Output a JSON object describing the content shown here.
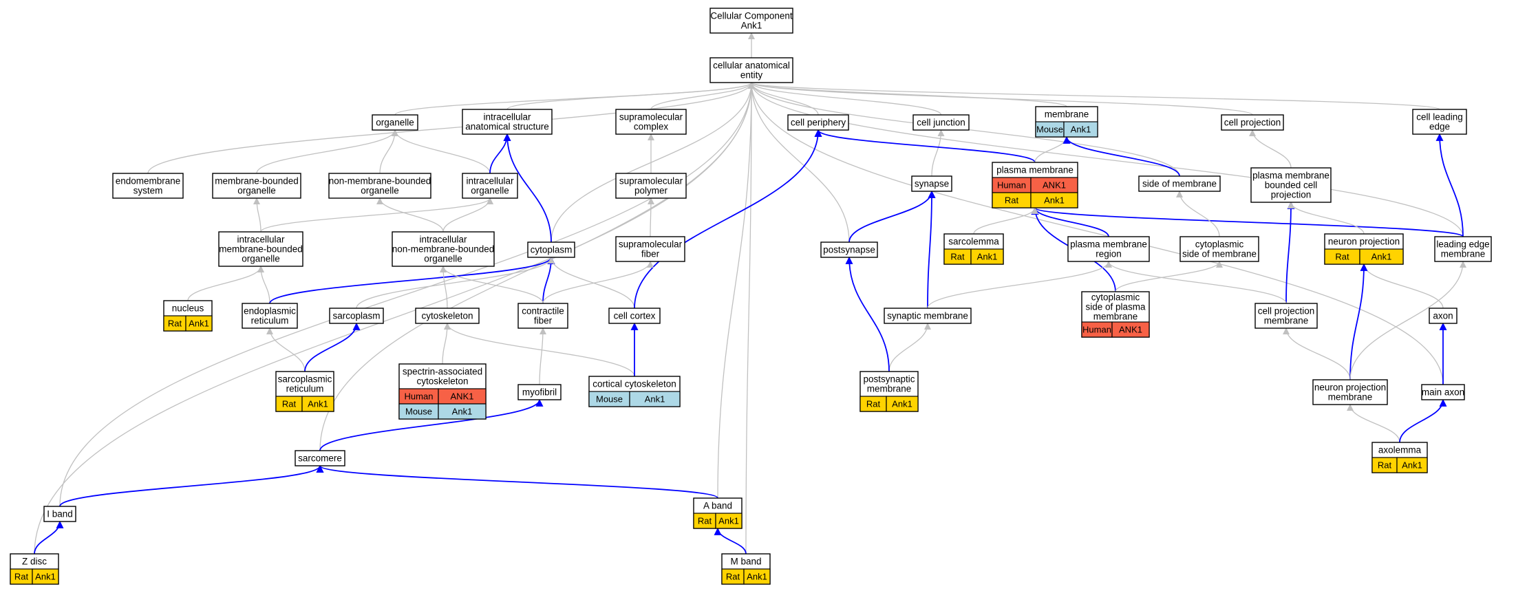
{
  "colors": {
    "gray_edge": "#c0c0c0",
    "blue_edge": "#0000ff",
    "Human": "#f76146",
    "Rat": "#ffd300",
    "Mouse": "#add8e6"
  },
  "nodes": [
    {
      "id": "root",
      "lines": [
        "Cellular Component",
        "Ank1"
      ]
    },
    {
      "id": "cae",
      "lines": [
        "cellular anatomical",
        "entity"
      ]
    },
    {
      "id": "organelle",
      "lines": [
        "organelle"
      ]
    },
    {
      "id": "ias",
      "lines": [
        "intracellular",
        "anatomical structure"
      ]
    },
    {
      "id": "smc",
      "lines": [
        "supramolecular",
        "complex"
      ]
    },
    {
      "id": "cper",
      "lines": [
        "cell periphery"
      ]
    },
    {
      "id": "cjun",
      "lines": [
        "cell junction"
      ]
    },
    {
      "id": "memb",
      "lines": [
        "membrane"
      ],
      "tags": [
        {
          "species": "Mouse",
          "gene": "Ank1"
        }
      ]
    },
    {
      "id": "cproj",
      "lines": [
        "cell projection"
      ]
    },
    {
      "id": "cle",
      "lines": [
        "cell leading",
        "edge"
      ]
    },
    {
      "id": "endo",
      "lines": [
        "endomembrane",
        "system"
      ]
    },
    {
      "id": "mbo",
      "lines": [
        "membrane-bounded",
        "organelle"
      ]
    },
    {
      "id": "nmbo",
      "lines": [
        "non-membrane-bounded",
        "organelle"
      ]
    },
    {
      "id": "io",
      "lines": [
        "intracellular",
        "organelle"
      ]
    },
    {
      "id": "smp",
      "lines": [
        "supramolecular",
        "polymer"
      ]
    },
    {
      "id": "syn",
      "lines": [
        "synapse"
      ]
    },
    {
      "id": "pm",
      "lines": [
        "plasma membrane"
      ],
      "tags": [
        {
          "species": "Human",
          "gene": "ANK1"
        },
        {
          "species": "Rat",
          "gene": "Ank1"
        }
      ]
    },
    {
      "id": "som",
      "lines": [
        "side of membrane"
      ]
    },
    {
      "id": "pmbcp",
      "lines": [
        "plasma membrane",
        "bounded cell",
        "projection"
      ]
    },
    {
      "id": "imbo",
      "lines": [
        "intracellular",
        "membrane-bounded",
        "organelle"
      ]
    },
    {
      "id": "inmbo",
      "lines": [
        "intracellular",
        "non-membrane-bounded",
        "organelle"
      ]
    },
    {
      "id": "cyto",
      "lines": [
        "cytoplasm"
      ]
    },
    {
      "id": "smf",
      "lines": [
        "supramolecular",
        "fiber"
      ]
    },
    {
      "id": "psyn",
      "lines": [
        "postsynapse"
      ]
    },
    {
      "id": "sarcol",
      "lines": [
        "sarcolemma"
      ],
      "tags": [
        {
          "species": "Rat",
          "gene": "Ank1"
        }
      ]
    },
    {
      "id": "pmr",
      "lines": [
        "plasma membrane",
        "region"
      ]
    },
    {
      "id": "csm",
      "lines": [
        "cytoplasmic",
        "side of membrane"
      ]
    },
    {
      "id": "np",
      "lines": [
        "neuron projection"
      ],
      "tags": [
        {
          "species": "Rat",
          "gene": "Ank1"
        }
      ]
    },
    {
      "id": "lem",
      "lines": [
        "leading edge",
        "membrane"
      ]
    },
    {
      "id": "nucleus",
      "lines": [
        "nucleus"
      ],
      "tags": [
        {
          "species": "Rat",
          "gene": "Ank1"
        }
      ]
    },
    {
      "id": "er",
      "lines": [
        "endoplasmic",
        "reticulum"
      ]
    },
    {
      "id": "sarcop",
      "lines": [
        "sarcoplasm"
      ]
    },
    {
      "id": "cytosk",
      "lines": [
        "cytoskeleton"
      ]
    },
    {
      "id": "cfib",
      "lines": [
        "contractile",
        "fiber"
      ]
    },
    {
      "id": "ccor",
      "lines": [
        "cell cortex"
      ]
    },
    {
      "id": "synm",
      "lines": [
        "synaptic membrane"
      ]
    },
    {
      "id": "cspm",
      "lines": [
        "cytoplasmic",
        "side of plasma",
        "membrane"
      ],
      "tags": [
        {
          "species": "Human",
          "gene": "ANK1"
        }
      ]
    },
    {
      "id": "cpm",
      "lines": [
        "cell projection",
        "membrane"
      ]
    },
    {
      "id": "axon",
      "lines": [
        "axon"
      ]
    },
    {
      "id": "sr",
      "lines": [
        "sarcoplasmic",
        "reticulum"
      ],
      "tags": [
        {
          "species": "Rat",
          "gene": "Ank1"
        }
      ]
    },
    {
      "id": "sac",
      "lines": [
        "spectrin-associated",
        "cytoskeleton"
      ],
      "tags": [
        {
          "species": "Human",
          "gene": "ANK1"
        },
        {
          "species": "Mouse",
          "gene": "Ank1"
        }
      ]
    },
    {
      "id": "myo",
      "lines": [
        "myofibril"
      ]
    },
    {
      "id": "ccsk",
      "lines": [
        "cortical cytoskeleton"
      ],
      "tags": [
        {
          "species": "Mouse",
          "gene": "Ank1"
        }
      ]
    },
    {
      "id": "psm",
      "lines": [
        "postsynaptic",
        "membrane"
      ],
      "tags": [
        {
          "species": "Rat",
          "gene": "Ank1"
        }
      ]
    },
    {
      "id": "npm",
      "lines": [
        "neuron projection",
        "membrane"
      ]
    },
    {
      "id": "maxon",
      "lines": [
        "main axon"
      ]
    },
    {
      "id": "sarcomere",
      "lines": [
        "sarcomere"
      ]
    },
    {
      "id": "axolemma",
      "lines": [
        "axolemma"
      ],
      "tags": [
        {
          "species": "Rat",
          "gene": "Ank1"
        }
      ]
    },
    {
      "id": "iband",
      "lines": [
        "I band"
      ]
    },
    {
      "id": "aband",
      "lines": [
        "A band"
      ],
      "tags": [
        {
          "species": "Rat",
          "gene": "Ank1"
        }
      ]
    },
    {
      "id": "zdisc",
      "lines": [
        "Z disc"
      ],
      "tags": [
        {
          "species": "Rat",
          "gene": "Ank1"
        }
      ]
    },
    {
      "id": "mband",
      "lines": [
        "M band"
      ],
      "tags": [
        {
          "species": "Rat",
          "gene": "Ank1"
        }
      ]
    }
  ]
}
